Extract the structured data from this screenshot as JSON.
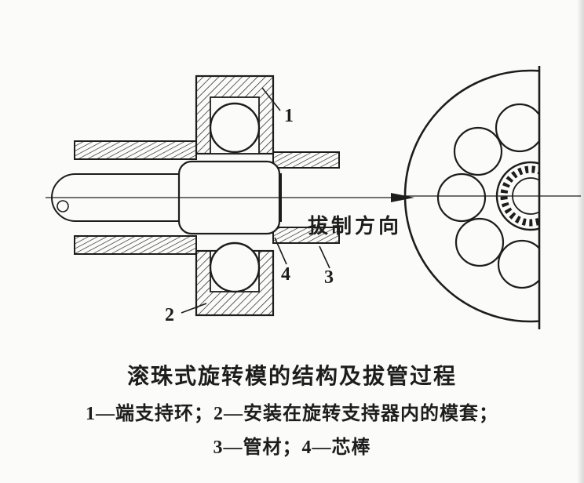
{
  "diagram": {
    "direction_label": "拔制方向",
    "callouts": {
      "c1": "1",
      "c2": "2",
      "c3": "3",
      "c4": "4"
    }
  },
  "caption": {
    "title": "滚珠式旋转模的结构及拔管过程",
    "legend_line1": "1—端支持环；2—安装在旋转支持器内的模套；",
    "legend_line2": "3—管材；4—芯棒"
  },
  "colors": {
    "ink": "#1d1d1d",
    "paper": "#fbfbf9"
  }
}
